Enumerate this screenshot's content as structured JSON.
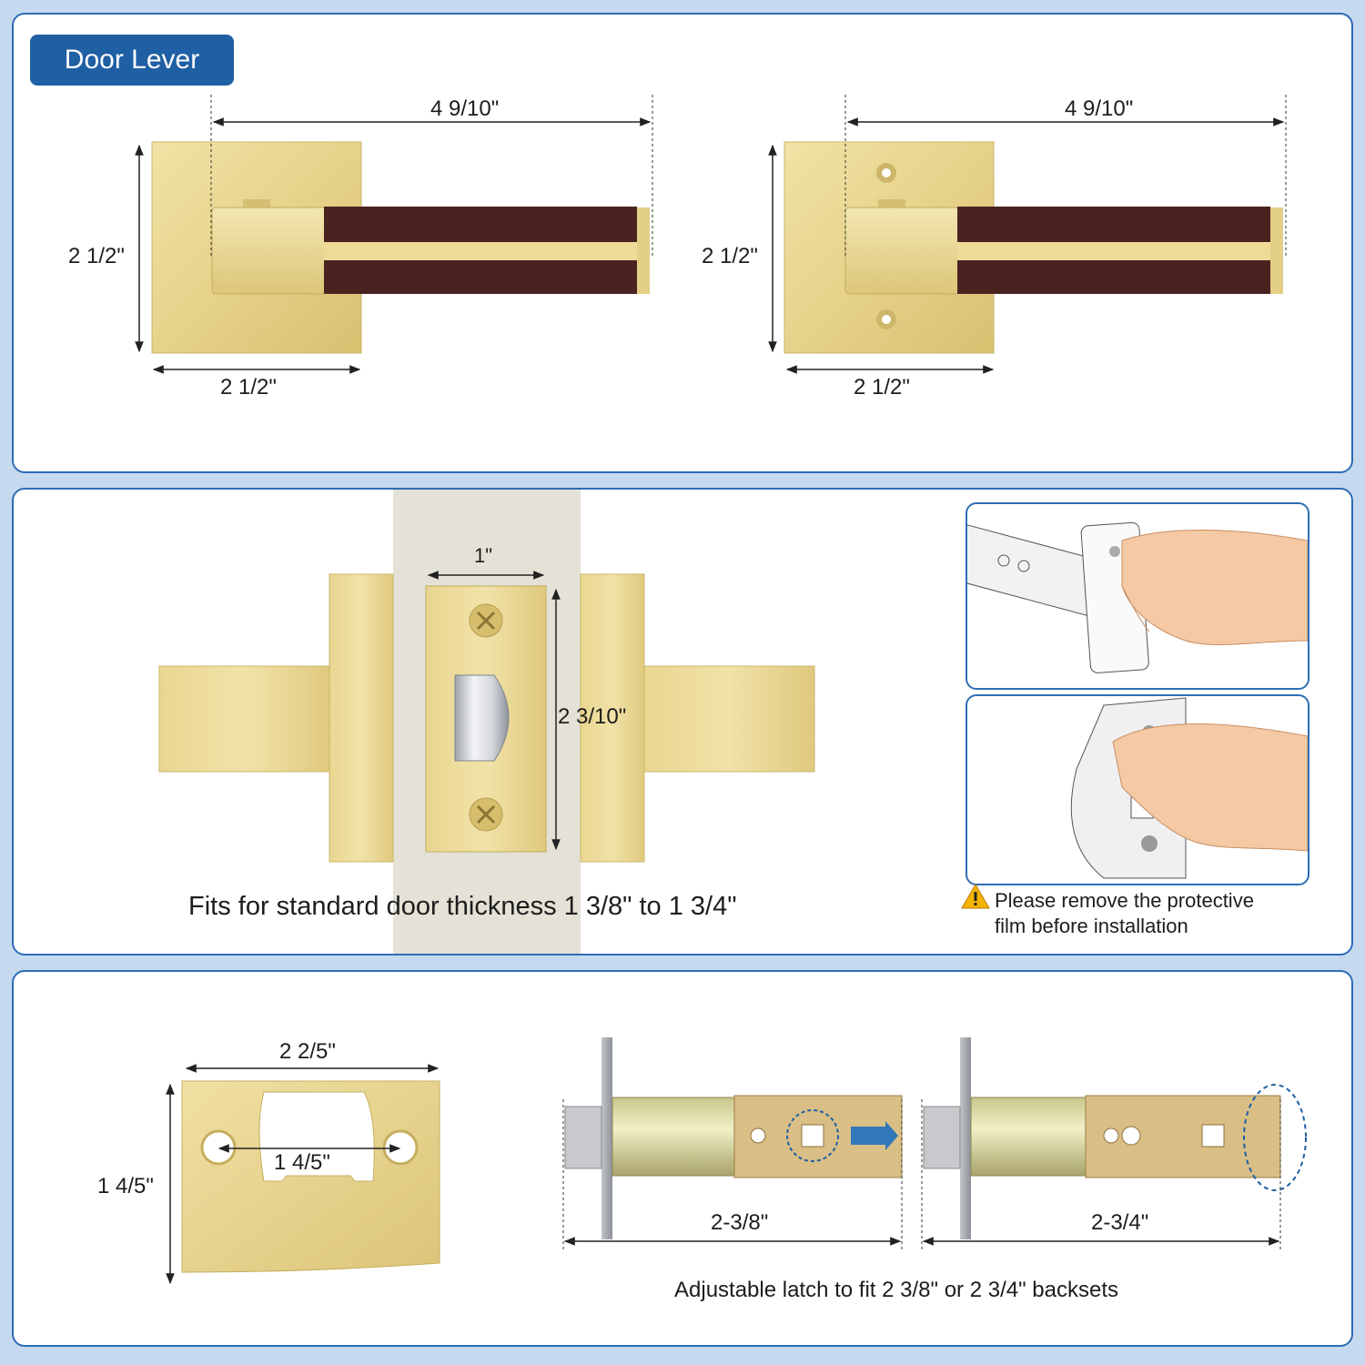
{
  "header": {
    "badge_label": "Door Lever"
  },
  "lever_dims": {
    "length": "4 9/10\"",
    "height": "2 1/2\"",
    "width": "2 1/2\""
  },
  "latch_face": {
    "width": "1\"",
    "height": "2 3/10\"",
    "door_thickness_caption": "Fits for standard door thickness 1 3/8\" to 1 3/4\""
  },
  "warning": {
    "line1": "Please remove the protective",
    "line2": "film before installation"
  },
  "strike_plate": {
    "width": "2 2/5\"",
    "height": "1 4/5\"",
    "hole_spacing": "1 4/5\""
  },
  "backset": {
    "short": "2-3/8\"",
    "long": "2-3/4\"",
    "caption": "Adjustable latch to fit 2 3/8\" or 2 3/4\" backsets"
  },
  "colors": {
    "accent_blue": "#1f5fa4",
    "brass": "#e8d690",
    "leather": "#4a2321",
    "background": "#c6daef"
  }
}
